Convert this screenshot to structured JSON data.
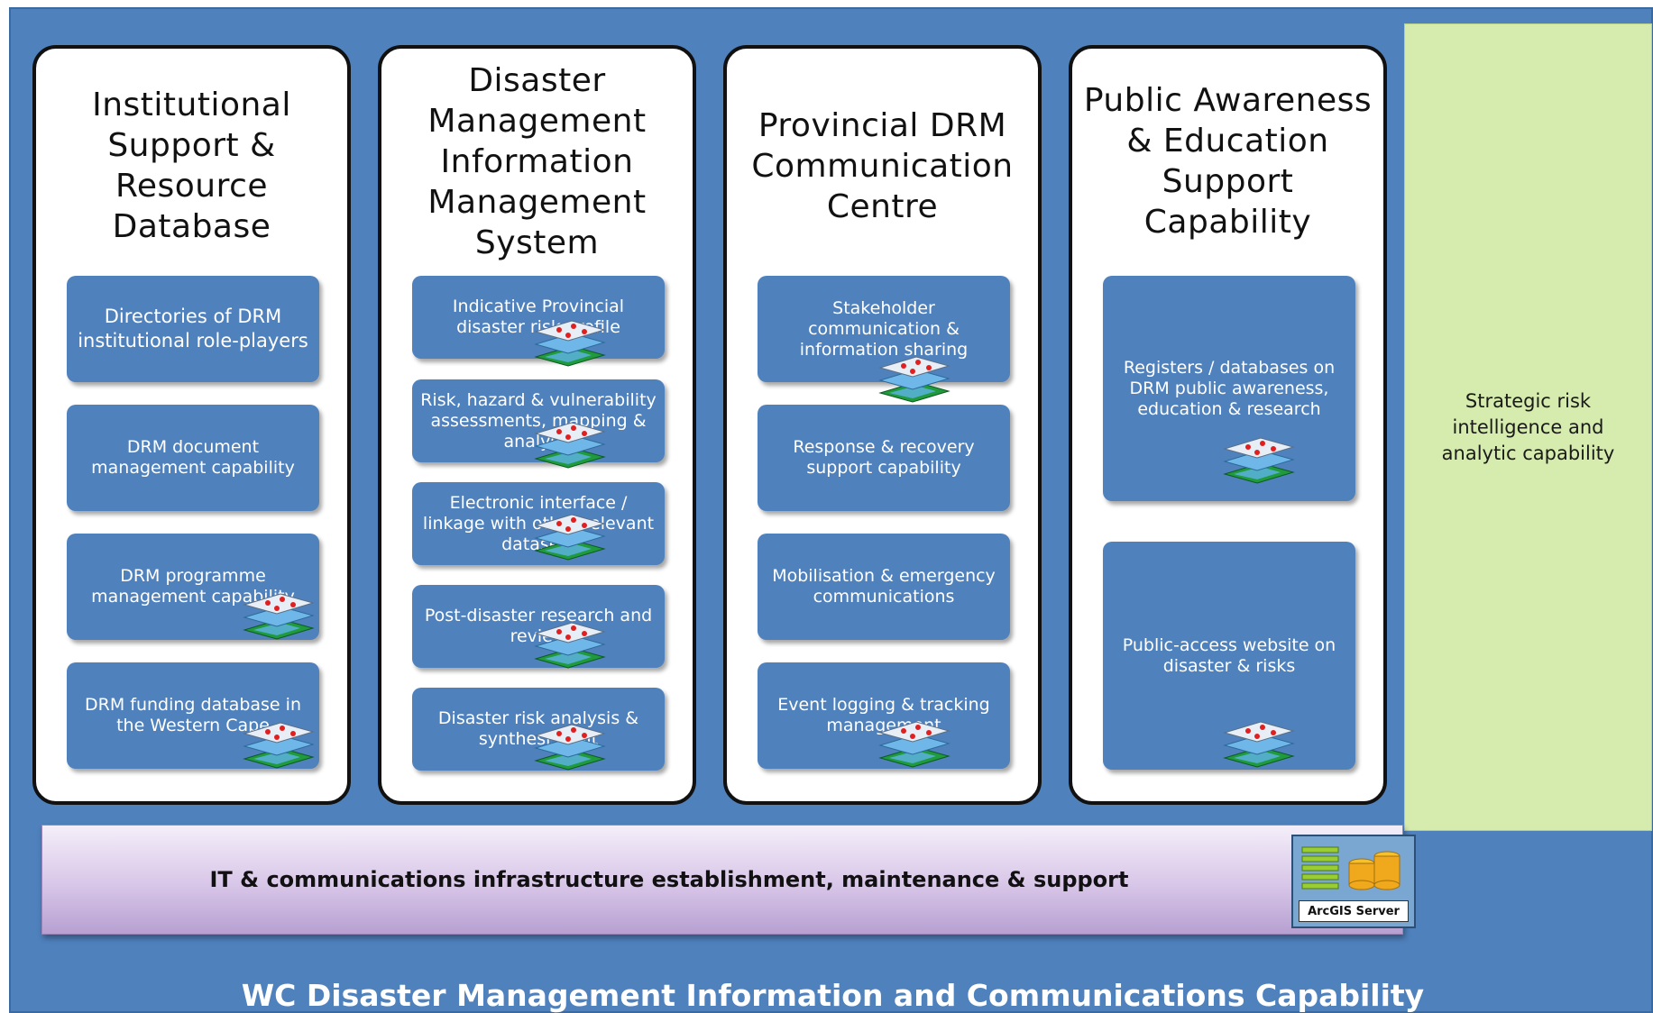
{
  "columns": [
    {
      "title": "Institutional Support & Resource Database",
      "cards": [
        {
          "label": "Directories of DRM institutional role-players"
        },
        {
          "label": "DRM document management capability"
        },
        {
          "label": "DRM programme management capability"
        },
        {
          "label": "DRM funding database in the Western Cape"
        }
      ]
    },
    {
      "title": "Disaster Management Information Management System",
      "cards": [
        {
          "label": "Indicative Provincial disaster risk profile"
        },
        {
          "label": "Risk, hazard & vulnerability assessments, mapping & analysis"
        },
        {
          "label": "Electronic interface / linkage with other relevant datasets"
        },
        {
          "label": "Post-disaster research and review"
        },
        {
          "label": "Disaster risk analysis & synthesis unit"
        }
      ]
    },
    {
      "title": "Provincial DRM Communication Centre",
      "cards": [
        {
          "label": "Stakeholder communication & information sharing"
        },
        {
          "label": "Response & recovery support capability"
        },
        {
          "label": "Mobilisation & emergency communications"
        },
        {
          "label": "Event logging & tracking management"
        }
      ]
    },
    {
      "title": "Public Awareness & Education Support Capability",
      "cards": [
        {
          "label": "Registers / databases on DRM public awareness, education & research"
        },
        {
          "label": "Public-access website on disaster & risks"
        }
      ]
    }
  ],
  "strategic_panel": {
    "label": "Strategic risk intelligence and analytic capability"
  },
  "infrastructure": {
    "label": "IT & communications infrastructure establishment, maintenance & support"
  },
  "server": {
    "label": "ArcGIS Server",
    "icon": "arcgis-server-icon"
  },
  "footer": {
    "title": "WC Disaster Management Information and Communications Capability"
  },
  "icons": {
    "card_badge": "gis-map-layers-icon"
  },
  "colors": {
    "background": "#4f81bd",
    "card": "#4f81bd",
    "column": "#ffffff",
    "strategic_panel": "#d6ebae",
    "infrastructure_bar": "#d8c6e8"
  }
}
